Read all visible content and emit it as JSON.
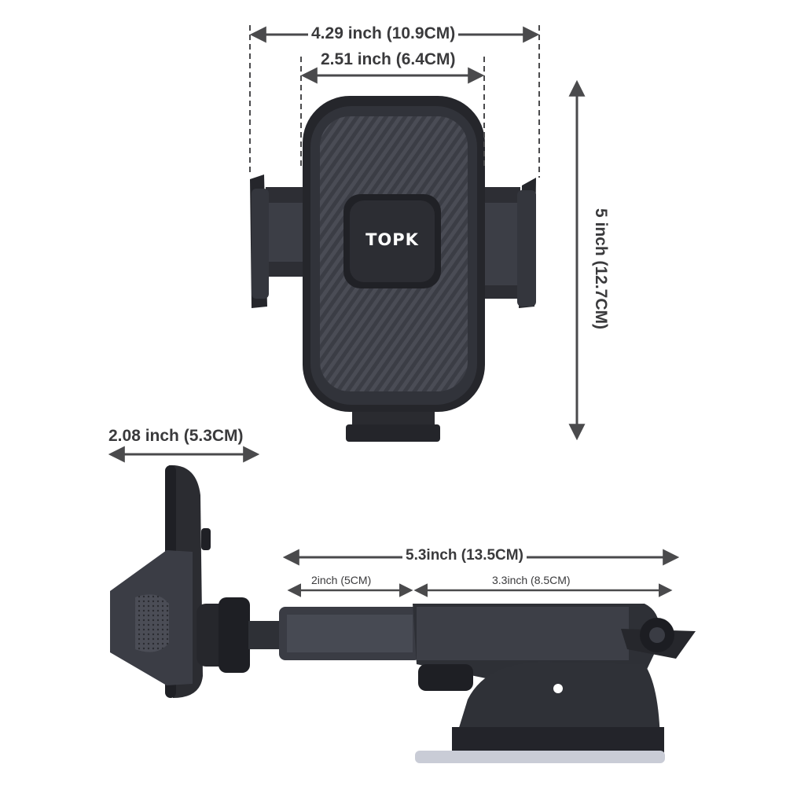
{
  "brand": {
    "logo_text": "TOPK"
  },
  "dimensions": {
    "total_width": "4.29 inch (10.9CM)",
    "inner_width": "2.51 inch (6.4CM)",
    "height": "5 inch (12.7CM)",
    "depth": "2.08 inch (5.3CM)",
    "arm_total": "5.3inch (13.5CM)",
    "arm_extension": "2inch (5CM)",
    "arm_base": "3.3inch (8.5CM)"
  },
  "colors": {
    "arrow": "#4a4a4c",
    "body": "#2f3036",
    "body_dark": "#1f2025",
    "accent_light": "#c9ccd6"
  }
}
